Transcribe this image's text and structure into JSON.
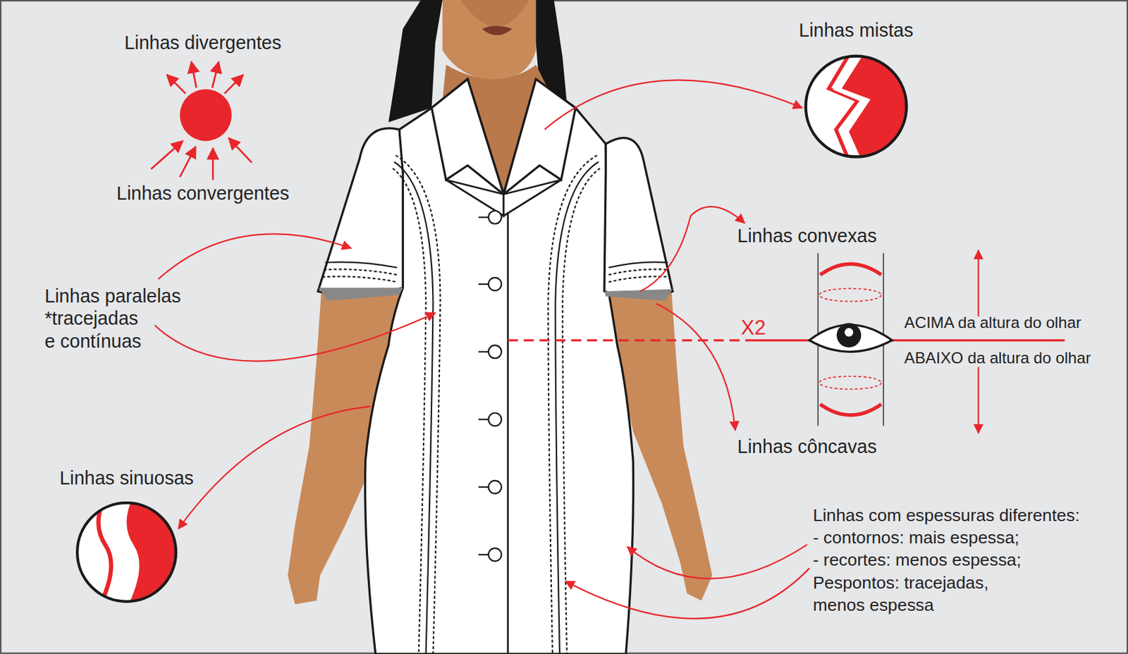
{
  "diagram": {
    "nodes": [
      {
        "text": [
          "Linhas mistas"
        ]
      },
      {
        "text": [
          "Linhas sinuosas"
        ]
      }
    ],
    "labels": [
      "Linhas divergentes",
      "Linhas convergentes",
      "Linhas paralelas",
      "*tracejadas",
      "e contínuas",
      "Linhas convexas",
      "Linhas côncavas",
      "X2",
      "ACIMA da altura do olhar",
      "ABAIXO da altura do olhar",
      "Linhas com espessuras diferentes:",
      "- contornos: mais espessa;",
      "- recortes: menos espessa;",
      "Pespontos: tracejadas,",
      "menos espessa"
    ]
  }
}
